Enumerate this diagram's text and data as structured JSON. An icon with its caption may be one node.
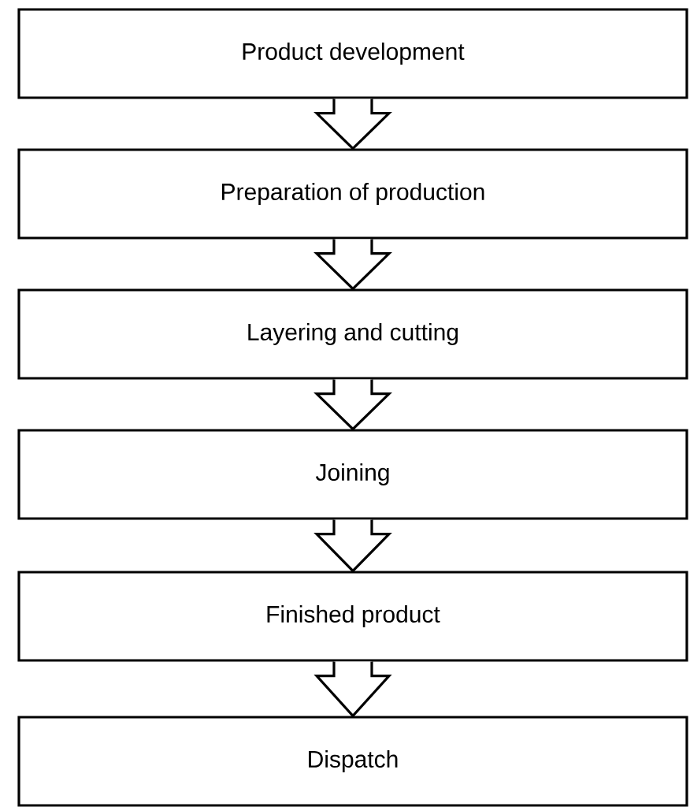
{
  "diagram": {
    "nodes": [
      {
        "text": [
          "Product development"
        ]
      },
      {
        "text": [
          "Preparation of production"
        ]
      },
      {
        "text": [
          "Layering and cutting"
        ]
      },
      {
        "text": [
          "Joining"
        ]
      },
      {
        "text": [
          "Finished product"
        ]
      },
      {
        "text": [
          "Dispatch"
        ]
      }
    ],
    "edges": [
      {
        "from": 0,
        "to": 1,
        "arrow": "to"
      },
      {
        "from": 1,
        "to": 2,
        "arrow": "to"
      },
      {
        "from": 2,
        "to": 3,
        "arrow": "to"
      },
      {
        "from": 3,
        "to": 4,
        "arrow": "to"
      },
      {
        "from": 4,
        "to": 5,
        "arrow": "to"
      }
    ]
  }
}
